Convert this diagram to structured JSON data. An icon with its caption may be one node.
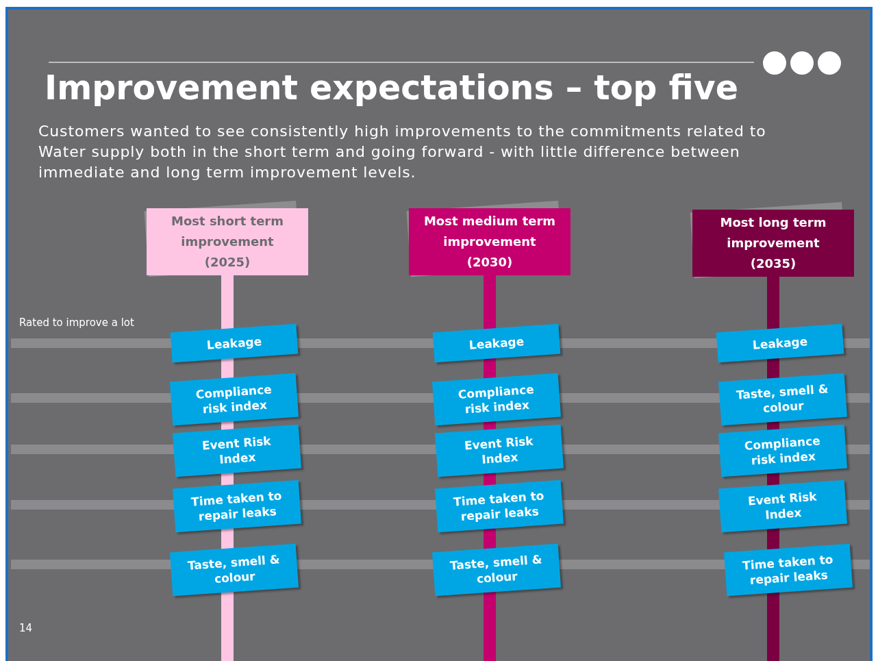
{
  "diagram": {
    "title": "Improvement expectations – top five",
    "caption": "Customers wanted to see consistently high improvements to the commitments related to Water supply both in the short term and going forward - with little difference between immediate and long term improvement levels.",
    "nodes": [
      {
        "text": [
          "Most short term improvement (2025)"
        ]
      },
      {
        "text": [
          "Most medium term improvement (2030)"
        ]
      },
      {
        "text": [
          "Most long term improvement (2035)"
        ]
      },
      {
        "text": [
          "Leakage"
        ]
      },
      {
        "text": [
          "Compliance risk index"
        ]
      },
      {
        "text": [
          "Event Risk Index"
        ]
      },
      {
        "text": [
          "Time taken to repair leaks"
        ]
      },
      {
        "text": [
          "Taste, smell & colour"
        ]
      },
      {
        "text": [
          "Leakage"
        ]
      },
      {
        "text": [
          "Compliance risk index"
        ]
      },
      {
        "text": [
          "Event Risk Index"
        ]
      },
      {
        "text": [
          "Time taken to repair leaks"
        ]
      },
      {
        "text": [
          "Taste, smell & colour"
        ]
      },
      {
        "text": [
          "Leakage"
        ]
      },
      {
        "text": [
          "Taste, smell & colour"
        ]
      },
      {
        "text": [
          "Compliance risk index"
        ]
      },
      {
        "text": [
          "Event Risk Index"
        ]
      },
      {
        "text": [
          "Time taken to repair leaks"
        ]
      }
    ],
    "edges": [],
    "labels": [
      "Rated to improve a lot",
      "14"
    ]
  }
}
